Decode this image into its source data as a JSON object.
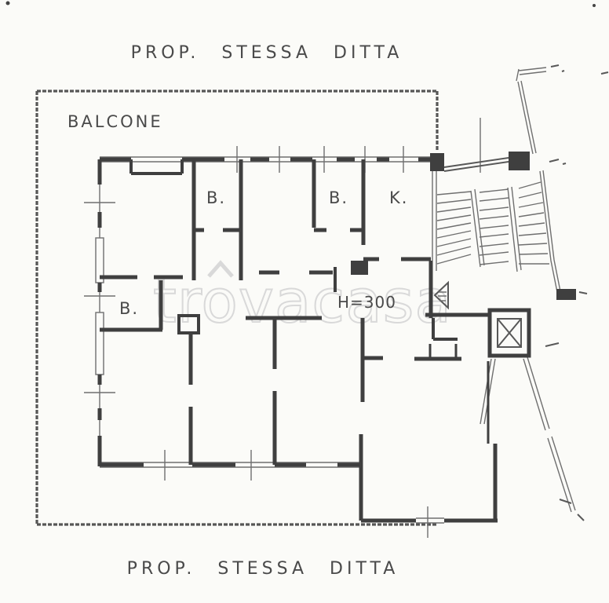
{
  "title_top": "PROP. STESSA DITTA",
  "title_bottom": "PROP. STESSA DITTA",
  "balcony_label": "BALCONE",
  "rooms": [
    {
      "id": "bath-top-left",
      "label": "B."
    },
    {
      "id": "bath-top-middle",
      "label": "B."
    },
    {
      "id": "kitchen",
      "label": "K."
    },
    {
      "id": "bath-left",
      "label": "B."
    }
  ],
  "height_note": "H=300",
  "watermark": "trovacasa",
  "colors": {
    "ink": "#3f3f3f",
    "ink-soft": "#6f6f6f",
    "paper": "#fbfbf8",
    "watermark": "#d9d9d9",
    "text": "#4a4a4a"
  }
}
